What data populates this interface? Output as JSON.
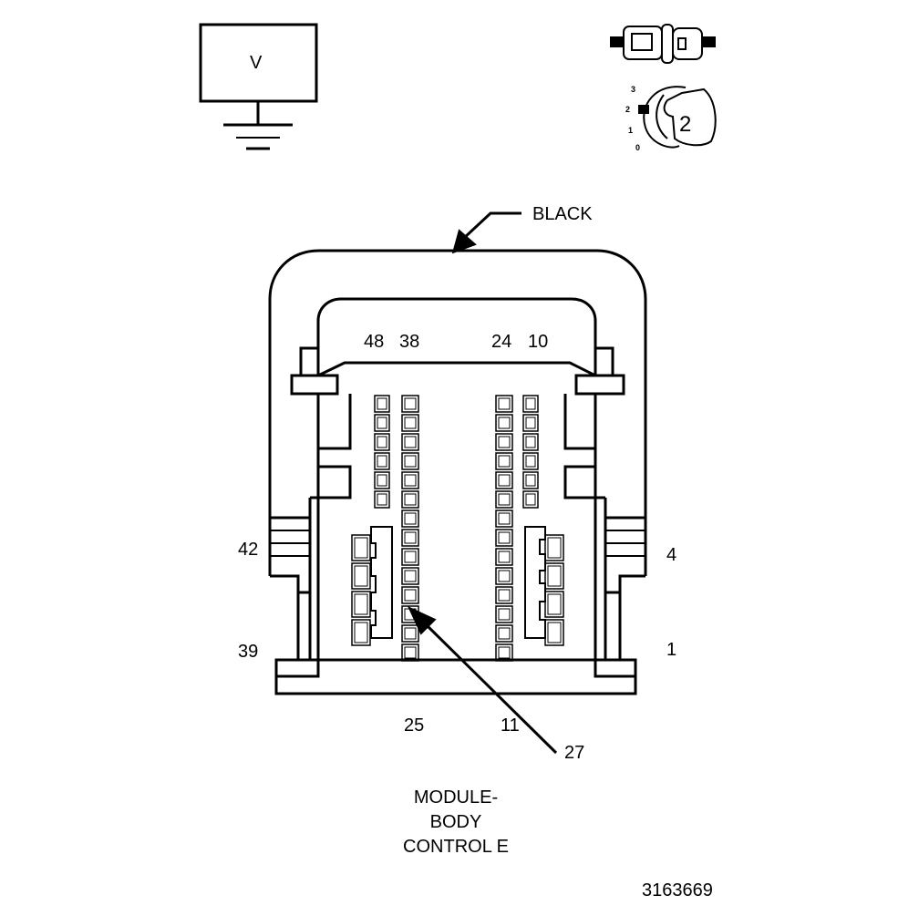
{
  "voltmeter": {
    "label": "V"
  },
  "ignition": {
    "positions": [
      "3",
      "2",
      "1",
      "0"
    ],
    "selected": "2"
  },
  "connector": {
    "color_label": "BLACK",
    "top_pins": [
      "48",
      "38",
      "24",
      "10"
    ],
    "left_pins": [
      "42",
      "39"
    ],
    "right_pins": [
      "4",
      "1"
    ],
    "bottom_pins": [
      "25",
      "11"
    ],
    "callout_pin": "27"
  },
  "component": {
    "line1": "MODULE-",
    "line2": "BODY",
    "line3": "CONTROL E"
  },
  "figure_id": "3163669"
}
